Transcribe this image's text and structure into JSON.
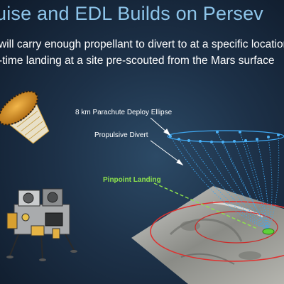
{
  "slide": {
    "title": "uise and EDL Builds on Persev",
    "line1": "will carry enough propellant to divert to at a specific location o",
    "line2": "-time landing at a site pre-scouted from the Mars surface"
  },
  "labels": {
    "parachute_ellipse": "8 km Parachute Deploy Ellipse",
    "propulsive_divert": "Propulsive Divert",
    "pinpoint_landing": "Pinpoint Landing"
  },
  "colors": {
    "title": "#8ec5ea",
    "pinpoint": "#8ee34c",
    "divert_paths": "#3fa7f0",
    "landing_ellipse": "#e0302e"
  },
  "icons": [
    "aeroshell-capsule",
    "lander-spacecraft"
  ]
}
